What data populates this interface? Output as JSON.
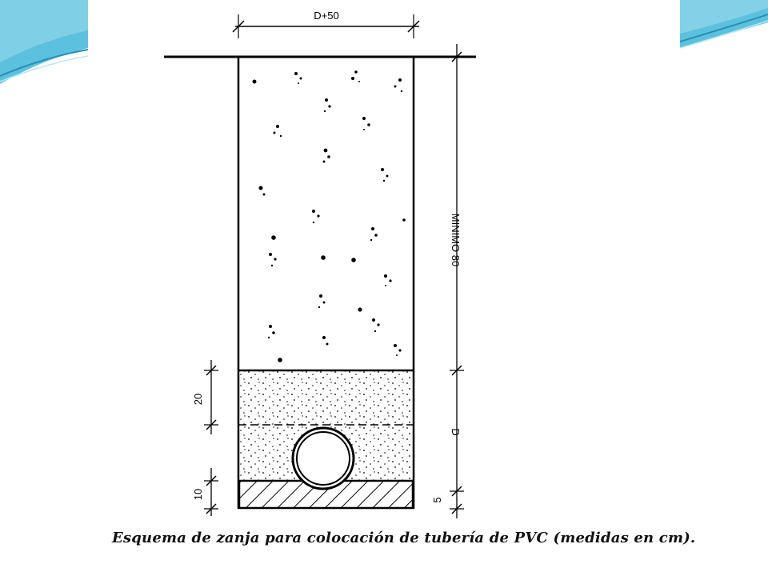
{
  "slide": {
    "accent_color": "#3fb6d8",
    "accent_light": "#bfe6f3"
  },
  "figure": {
    "labels": {
      "width": "D+50",
      "depth": "MINIMO 80",
      "bed_cover": "20",
      "pipe": "D",
      "base": "10",
      "base_right": "5"
    },
    "caption": "Esquema de zanja para colocación de tubería de PVC (medidas en cm)."
  }
}
